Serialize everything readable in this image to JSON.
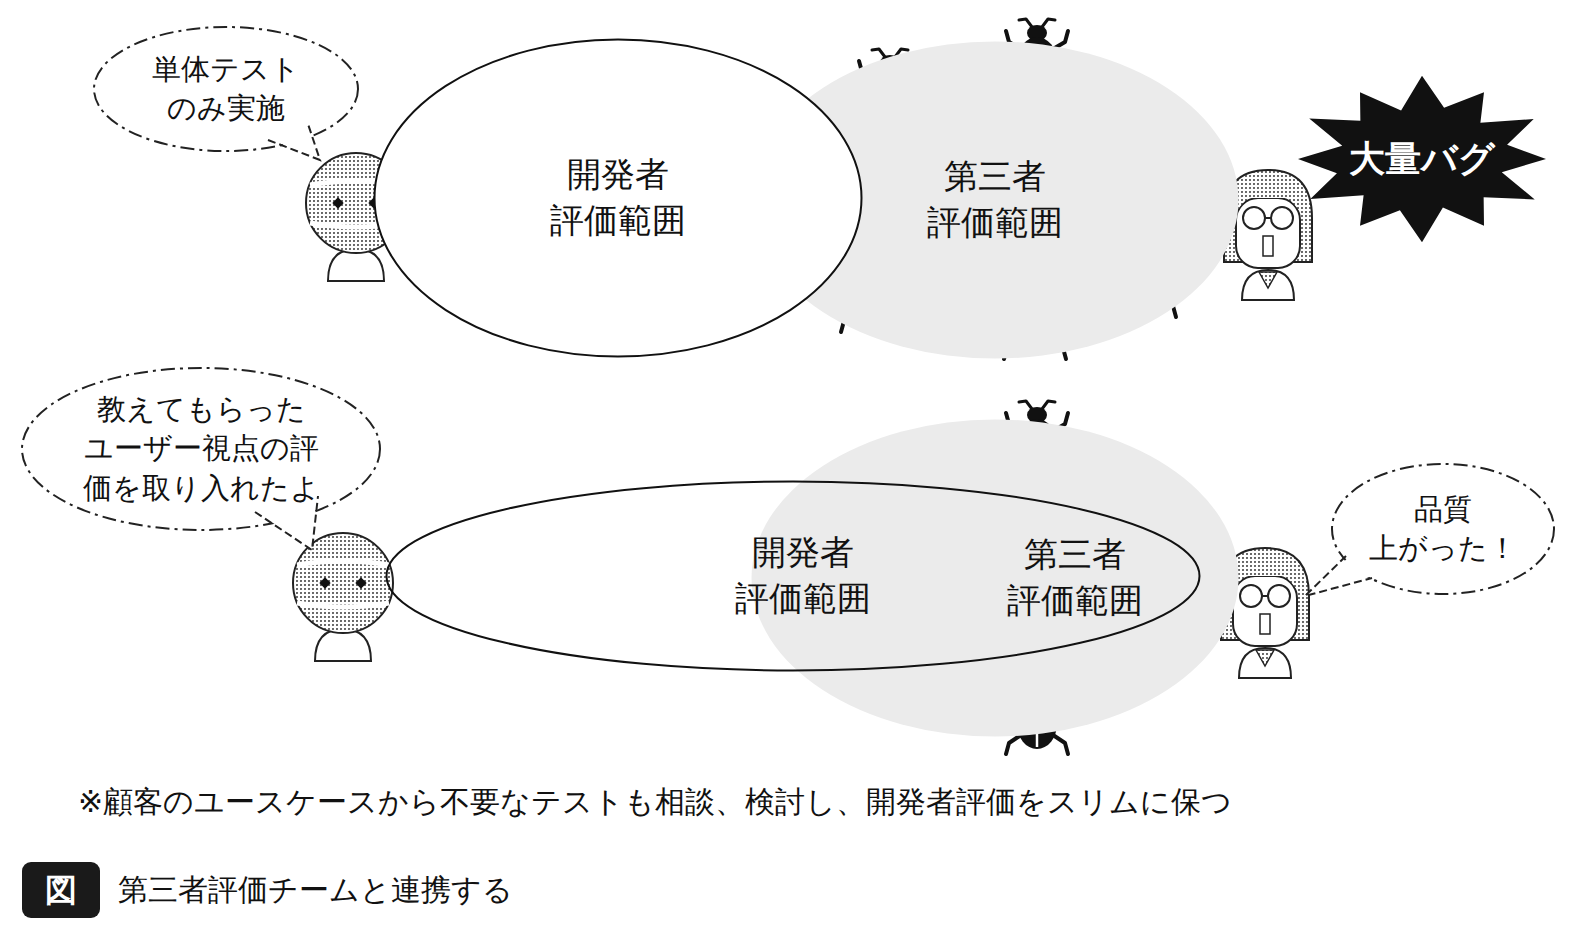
{
  "diagram": {
    "caption": "第三者評価チームと連携する",
    "nodes": [
      {
        "text": [
          "単体テスト のみ実施"
        ]
      },
      {
        "text": [
          "開発者 評価範囲"
        ]
      },
      {
        "text": [
          "第三者 評価範囲"
        ]
      },
      {
        "text": [
          "大量バグ"
        ]
      },
      {
        "text": [
          "教えてもらった ユーザー視点の評 価を取り入れたよ"
        ]
      },
      {
        "text": [
          "開発者 評価範囲"
        ]
      },
      {
        "text": [
          "第三者 評価範囲"
        ]
      },
      {
        "text": [
          "品質 上がった！"
        ]
      }
    ],
    "labels": [
      "※顧客のユースケースから不要なテストも相談、検討し、開発者評価をスリムに保つ",
      "図"
    ]
  }
}
